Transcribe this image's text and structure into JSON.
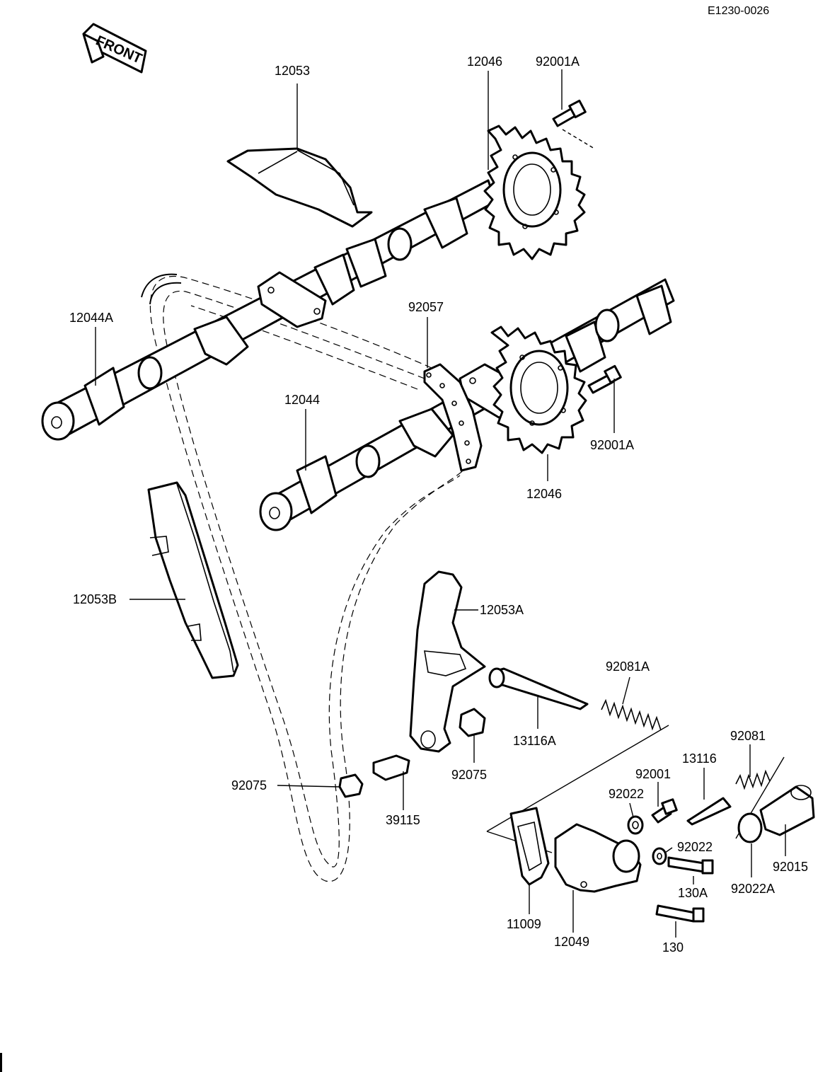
{
  "drawing": {
    "ref_code": "E1230-0026",
    "front_label": "FRONT"
  },
  "parts": {
    "p12053": "12053",
    "p12046_top": "12046",
    "p92001A_top": "92001A",
    "p12044A": "12044A",
    "p92057": "92057",
    "p12044": "12044",
    "p92001A_mid": "92001A",
    "p12046_mid": "12046",
    "p12053B": "12053B",
    "p12053A": "12053A",
    "p92081A": "92081A",
    "p13116A": "13116A",
    "p92075_right": "92075",
    "p92075_left": "92075",
    "p39115": "39115",
    "p92081": "92081",
    "p13116": "13116",
    "p92001": "92001",
    "p92022_top": "92022",
    "p92022_mid": "92022",
    "p130A": "130A",
    "p92022A": "92022A",
    "p92015": "92015",
    "p11009": "11009",
    "p12049": "12049",
    "p130": "130"
  }
}
